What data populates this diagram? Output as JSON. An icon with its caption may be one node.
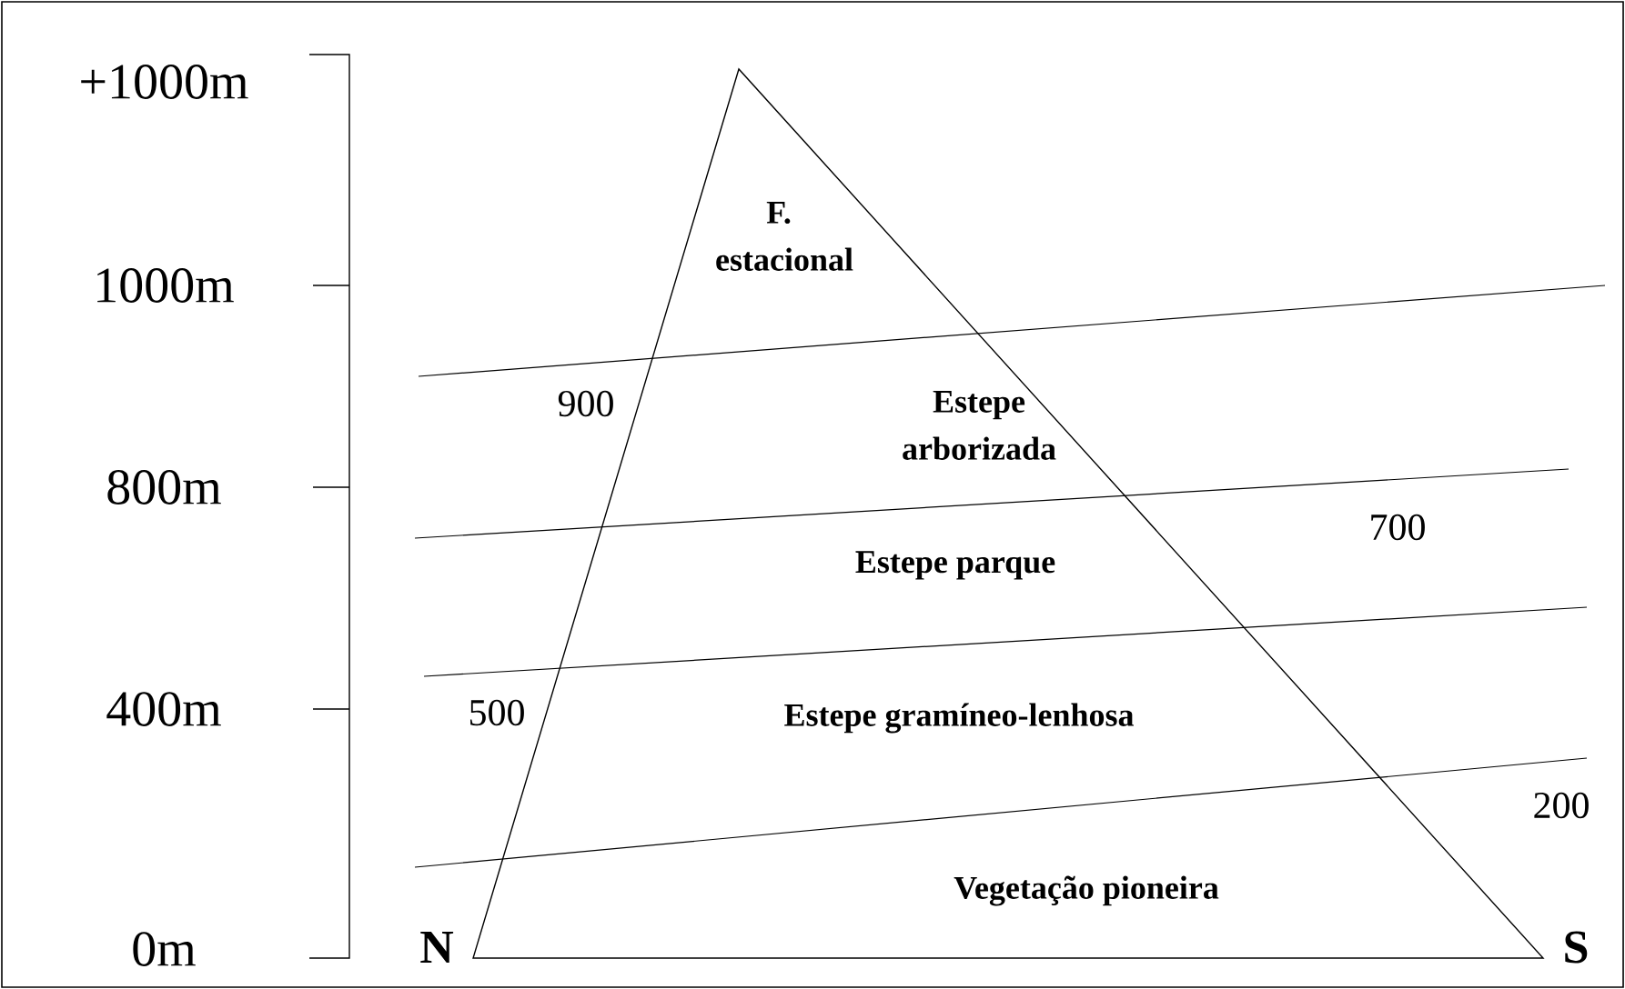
{
  "diagram": {
    "labels": [
      "+1000m",
      "1000m",
      "800m",
      "400m",
      "0m",
      "F. estacional",
      "Estepe arborizada",
      "Estepe parque",
      "Estepe gramíneo-lenhosa",
      "Vegetação pioneira",
      "900",
      "700",
      "500",
      "200",
      "N",
      "S"
    ]
  }
}
